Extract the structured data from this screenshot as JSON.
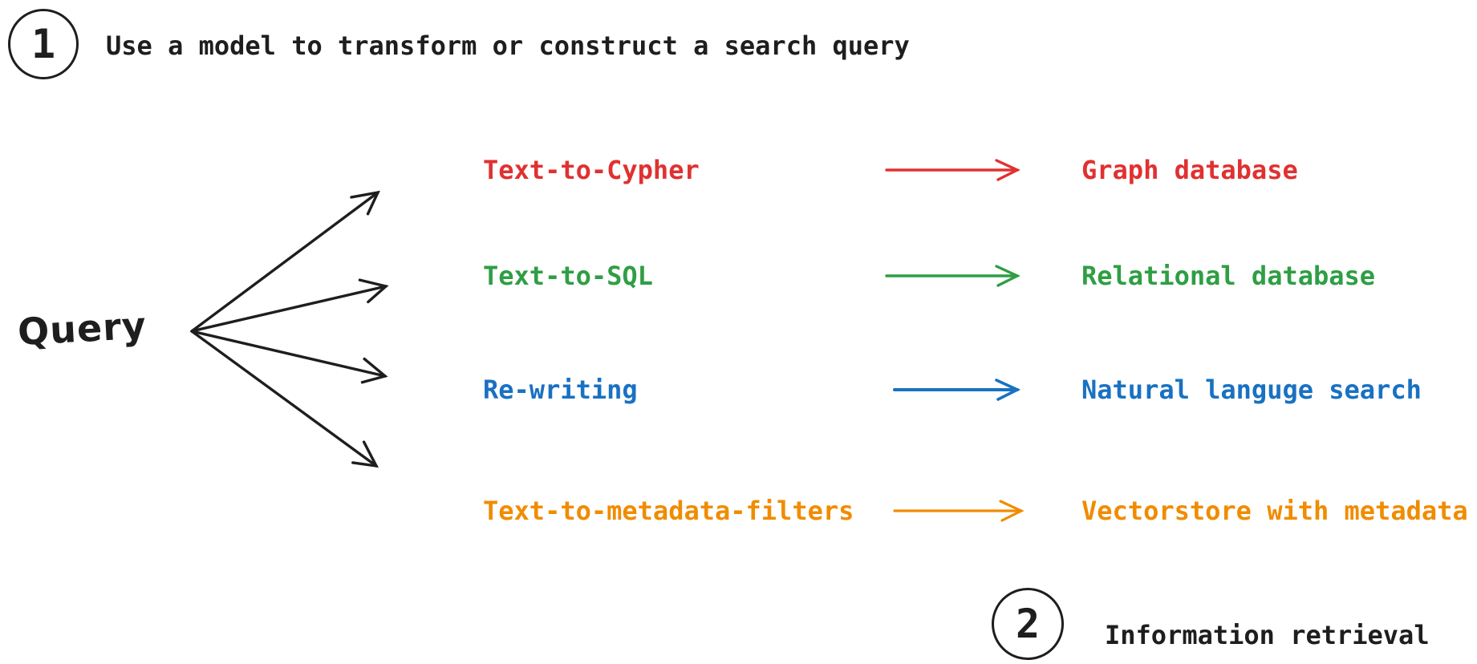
{
  "steps": [
    {
      "number": "1",
      "label": "Use a model to transform or construct a search query"
    },
    {
      "number": "2",
      "label": "Information retrieval"
    }
  ],
  "query": {
    "label": "Query"
  },
  "routes": [
    {
      "method": "Text-to-Cypher",
      "target": "Graph database",
      "color": "#e03131"
    },
    {
      "method": "Text-to-SQL",
      "target": "Relational database",
      "color": "#2f9e44"
    },
    {
      "method": "Re-writing",
      "target": "Natural languge search",
      "color": "#1971c2"
    },
    {
      "method": "Text-to-metadata-filters",
      "target": "Vectorstore with metadata",
      "color": "#f08c00"
    }
  ],
  "colors": {
    "ink": "#1e1e1e",
    "background": "#ffffff"
  }
}
